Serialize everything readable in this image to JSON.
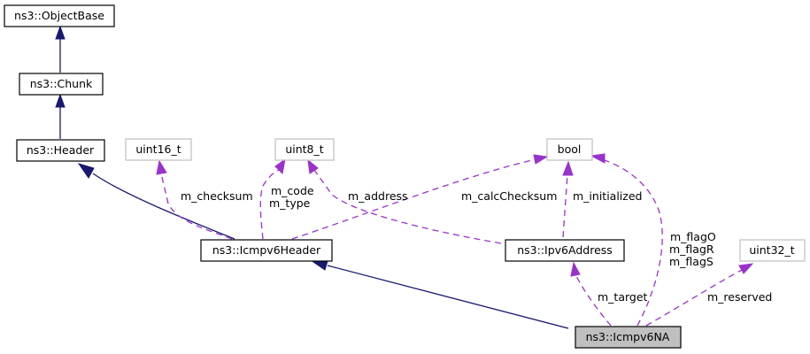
{
  "diagram": {
    "type": "collaboration-graph",
    "nodes": {
      "objectbase": "ns3::ObjectBase",
      "chunk": "ns3::Chunk",
      "header": "ns3::Header",
      "uint16": "uint16_t",
      "uint8": "uint8_t",
      "bool": "bool",
      "uint32": "uint32_t",
      "icmpv6header": "ns3::Icmpv6Header",
      "ipv6address": "ns3::Ipv6Address",
      "icmpv6na": "ns3::Icmpv6NA"
    },
    "edge_labels": {
      "checksum": "m_checksum",
      "code_type_1": "m_code",
      "code_type_2": "m_type",
      "address": "m_address",
      "calc_checksum": "m_calcChecksum",
      "initialized": "m_initialized",
      "flag_o": "m_flagO",
      "flag_r": "m_flagR",
      "flag_s": "m_flagS",
      "target": "m_target",
      "reserved": "m_reserved"
    },
    "colors": {
      "inheritance": "#191970",
      "usage": "#9a32cd",
      "focus_fill": "#bfbfbf",
      "external_border": "#bfbfbf"
    }
  }
}
